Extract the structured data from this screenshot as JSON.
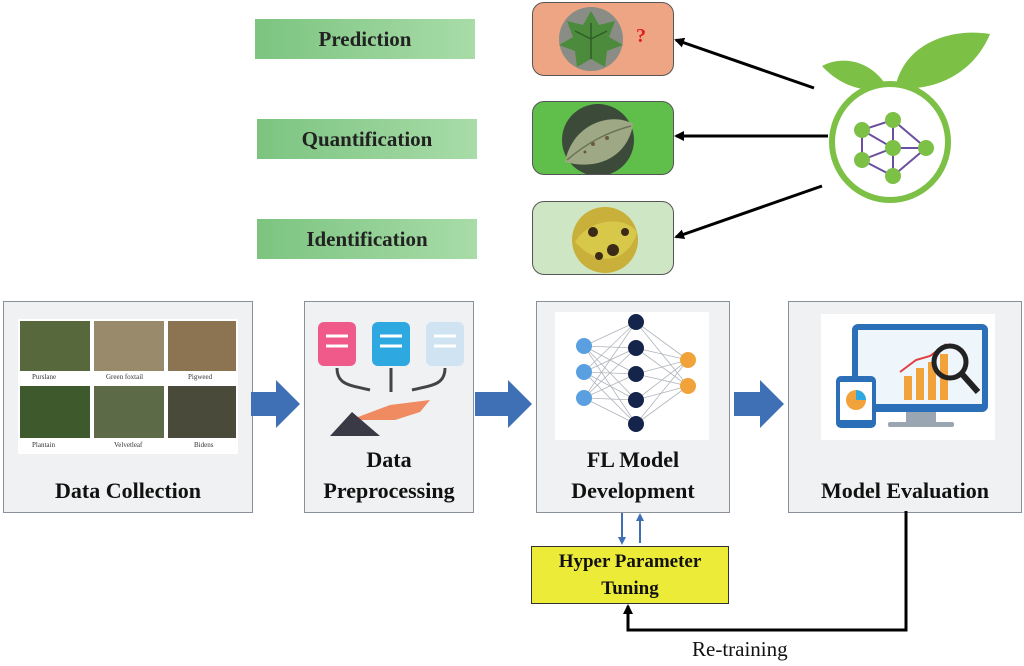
{
  "outputs": {
    "prediction": "Prediction",
    "quantification": "Quantification",
    "identification": "Identification",
    "question_mark": "?"
  },
  "pipeline": {
    "data_collection": "Data Collection",
    "data_preprocessing_line1": "Data",
    "data_preprocessing_line2": "Preprocessing",
    "fl_model_line1": "FL Model",
    "fl_model_line2": "Development",
    "model_evaluation": "Model Evaluation"
  },
  "weeds": [
    "Purslane",
    "Green foxtail",
    "Pigweed",
    "Plantain",
    "Velvetleaf",
    "Bidens"
  ],
  "hyper_parameter_line1": "Hyper Parameter",
  "hyper_parameter_line2": "Tuning",
  "retraining_label": "Re-training",
  "colors": {
    "green_label": "#8fcf92",
    "arrow_blue": "#3f6fb5",
    "hyper_yellow": "#ecec38",
    "thumb_orange": "#eea583",
    "thumb_green": "#5fbf4a",
    "thumb_pale": "#cfe6c4",
    "logo_green": "#7cc046"
  }
}
